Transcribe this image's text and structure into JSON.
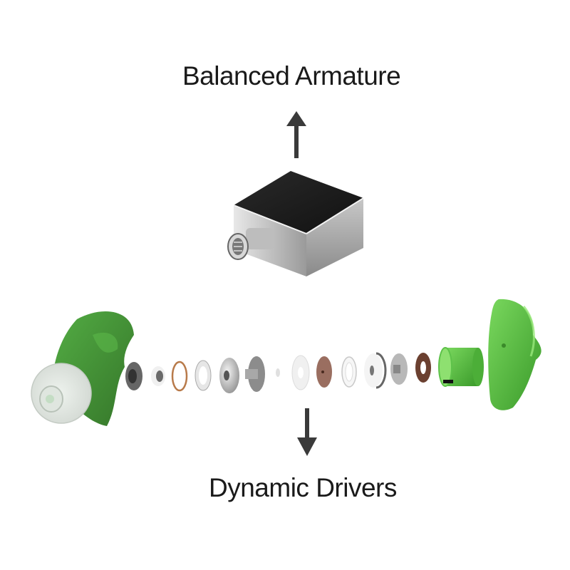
{
  "diagram": {
    "top_label": "Balanced Armature",
    "bottom_label": "Dynamic Drivers",
    "arrows": [
      {
        "name": "up-arrow",
        "direction": "up",
        "points_to": "Balanced Armature"
      },
      {
        "name": "down-arrow",
        "direction": "down",
        "points_to": "Dynamic Drivers"
      }
    ],
    "components": {
      "balanced_armature_unit": "metal rectangular driver with nozzle",
      "left_shell": "green translucent earphone shell with clear ear tip",
      "right_shell": "green translucent faceplate",
      "parts_exploded": [
        "dark metal ring",
        "small metal cup",
        "copper ring",
        "silver washer",
        "thick silver ring",
        "metal pole piece",
        "small disc",
        "white diaphragm",
        "brown dome",
        "clear ring",
        "silver magnet ring",
        "cone pole piece",
        "brown gasket",
        "green cylinder housing"
      ]
    },
    "colors": {
      "arrow": "#3a3a3a",
      "shell_green": "#3a8f2a",
      "shell_green_light": "#62c84a",
      "copper": "#b87a4a",
      "brown": "#6b4030",
      "metal": "#a8a8a8",
      "text": "#1a1a1a"
    }
  }
}
